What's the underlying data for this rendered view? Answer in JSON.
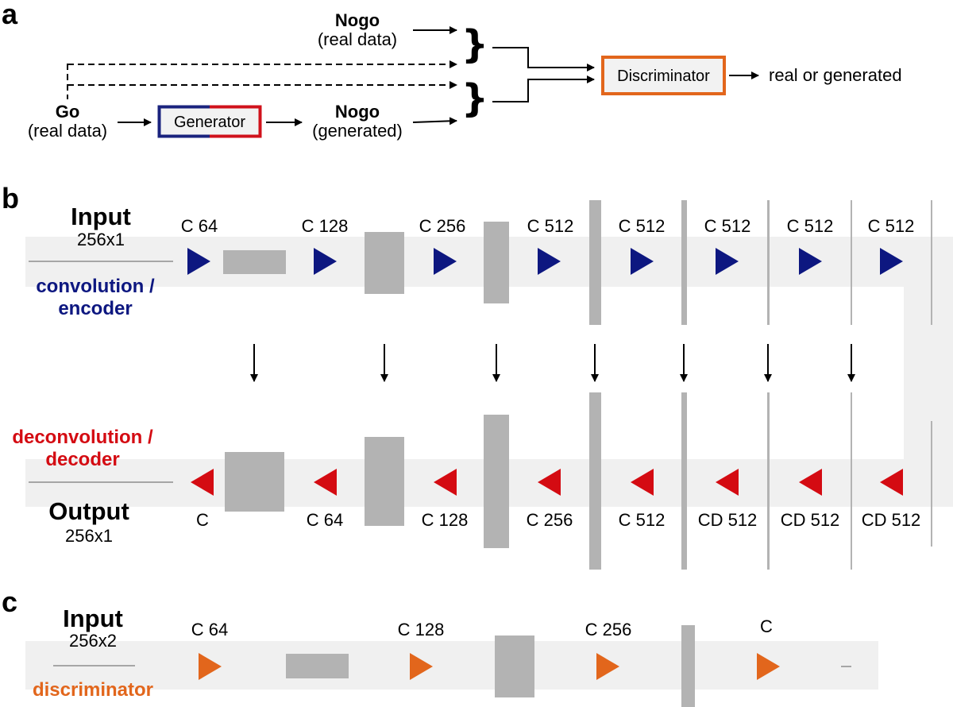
{
  "panel_a": {
    "letter": "a",
    "nogo_real_title": "Nogo",
    "nogo_real_sub": "(real data)",
    "go_title": "Go",
    "go_sub": "(real data)",
    "generator_label": "Generator",
    "nogo_gen_title": "Nogo",
    "nogo_gen_sub": "(generated)",
    "discriminator_label": "Discriminator",
    "output_label": "real or generated",
    "colors": {
      "generator_left": "#1a237e",
      "generator_right": "#d0121b",
      "discriminator": "#e2661c"
    }
  },
  "panel_b": {
    "letter": "b",
    "input_title": "Input",
    "input_size": "256x1",
    "encoder_label": "convolution /",
    "encoder_label2": "encoder",
    "decoder_label": "deconvolution /",
    "decoder_label2": "decoder",
    "output_title": "Output",
    "output_size": "256x1",
    "encoder_layers": [
      "C 64",
      "C 128",
      "C 256",
      "C 512",
      "C 512",
      "C 512",
      "C 512",
      "C 512"
    ],
    "decoder_layers": [
      "C",
      "C 64",
      "C 128",
      "C 256",
      "C 512",
      "CD 512",
      "CD 512",
      "CD 512"
    ],
    "colors": {
      "encoder": "#0d1780",
      "decoder": "#d40b12",
      "band": "#f0f0f0",
      "block": "#b3b3b3"
    }
  },
  "panel_c": {
    "letter": "c",
    "input_title": "Input",
    "input_size": "256x2",
    "disc_label": "discriminator",
    "layers": [
      "C 64",
      "C 128",
      "C 256",
      "C"
    ],
    "colors": {
      "arrow": "#e2661c"
    }
  }
}
